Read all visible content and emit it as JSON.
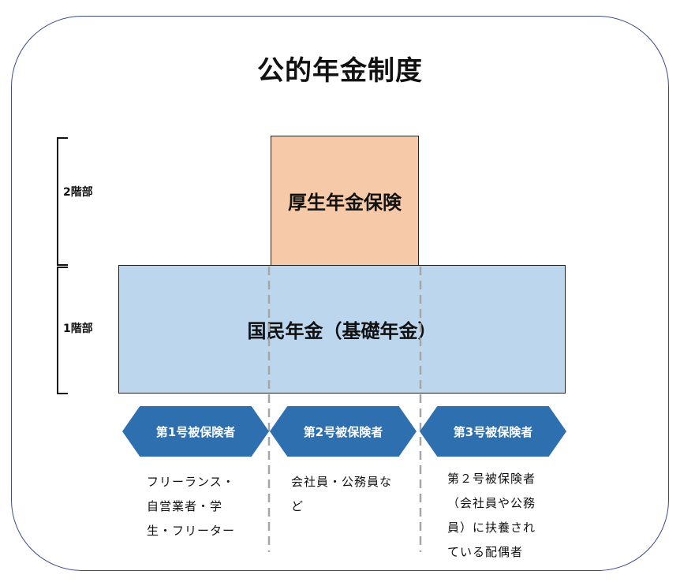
{
  "title": "公的年金制度",
  "tiers": {
    "tier2_label": "2階部",
    "tier1_label": "1階部"
  },
  "boxes": {
    "kousei": "厚生年金保険",
    "kokumin": "国民年金（基礎年金）"
  },
  "categories": [
    {
      "label": "第1号被保険者",
      "description_lines": [
        "フリーランス・",
        "自営業者・学",
        "生・フリーター"
      ]
    },
    {
      "label": "第2号被保険者",
      "description_lines": [
        "会社員・公務員な",
        "ど"
      ]
    },
    {
      "label": "第3号被保険者",
      "description_lines": [
        "第２号被保険者",
        "（会社員や公務",
        "員）に扶養され",
        "ている配偶者"
      ]
    }
  ],
  "colors": {
    "kousei_fill": "#f6caa8",
    "kokumin_fill": "#bcd6ee",
    "hex_fill": "#2e6fb0",
    "frame_border": "#3b4a8a"
  }
}
